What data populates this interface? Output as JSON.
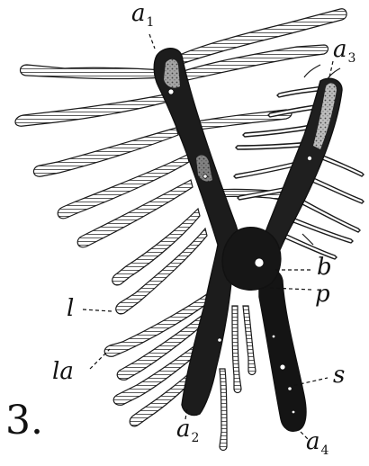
{
  "figure": {
    "number": "3.",
    "labels": {
      "a1": {
        "base": "a",
        "sub": "1"
      },
      "a2": {
        "base": "a",
        "sub": "2"
      },
      "a3": {
        "base": "a",
        "sub": "3"
      },
      "a4": {
        "base": "a",
        "sub": "4"
      },
      "b": "b",
      "p": "p",
      "s": "s",
      "l": "l",
      "la": "la"
    }
  },
  "colors": {
    "ink": "#111111",
    "stroke": "#1a1a1a",
    "background": "#ffffff",
    "stipple": "#555555"
  }
}
